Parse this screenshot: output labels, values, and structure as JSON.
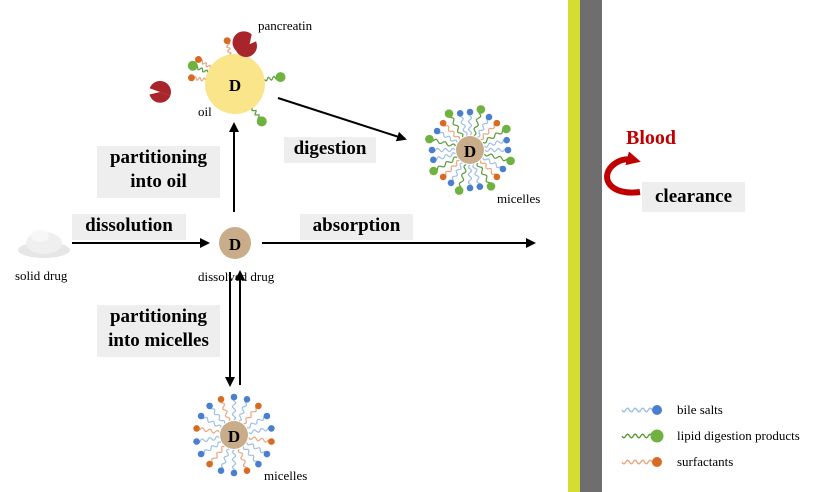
{
  "colors": {
    "bile": "#4a7fcf",
    "bile_tail": "#9fc0e6",
    "lipid": "#6fb23f",
    "lipid_tail": "#5a9c3a",
    "surf": "#d96a21",
    "surf_tail": "#e8a77f",
    "pancreatin": "#a8252b",
    "oil": "#fbe58a",
    "drug": "#c9ad8a",
    "membrane_yellow": "#d4dd32",
    "membrane_gray": "#6e6e6e",
    "blood": "#c00000"
  },
  "drug_symbol": "D",
  "labels": {
    "solid_drug": "solid drug",
    "dissolved_drug": "dissolved drug",
    "oil": "oil",
    "pancreatin": "pancreatin",
    "micelles_top": "micelles",
    "micelles_bottom": "micelles",
    "blood": "Blood"
  },
  "boxes": {
    "partitioning_oil": [
      "partitioning",
      "into oil"
    ],
    "digestion": "digestion",
    "dissolution": "dissolution",
    "absorption": "absorption",
    "partitioning_micelles": [
      "partitioning",
      "into micelles"
    ],
    "clearance": "clearance"
  },
  "legend": [
    {
      "key": "bile",
      "text": "bile salts"
    },
    {
      "key": "lipid",
      "text": "lipid digestion products"
    },
    {
      "key": "surf",
      "text": "surfactants"
    }
  ]
}
